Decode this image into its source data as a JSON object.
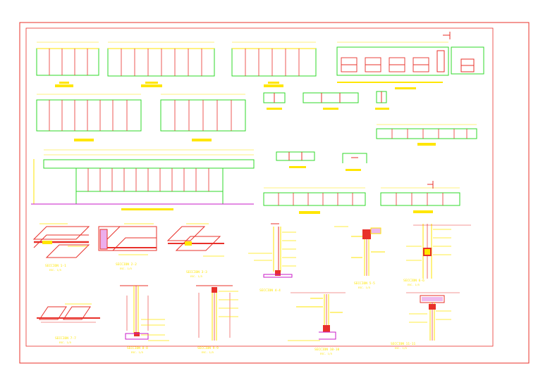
{
  "drawing": {
    "type": "CAD sheet – partition elevations and construction sections",
    "colors": {
      "background": "#ffffff",
      "border": "#e8302a",
      "frame": "#2fd82a",
      "dimension": "#ffe600",
      "wall": "#e8302a",
      "hatch": "#c818c8",
      "text": "#ffe600"
    },
    "section_labels": [
      {
        "id": "1-1",
        "title": "SECCION 1-1",
        "scale": "ESC. 1/5"
      },
      {
        "id": "2-2",
        "title": "SECCION 2-2",
        "scale": "ESC. 1/5"
      },
      {
        "id": "3-3",
        "title": "SECCION 3-3",
        "scale": "ESC. 1/5"
      },
      {
        "id": "4-4",
        "title": "SECCION 4-4",
        "scale": ""
      },
      {
        "id": "5-5",
        "title": "SECCION 5-5",
        "scale": "ESC. 1/5"
      },
      {
        "id": "6-6",
        "title": "SECCION 6-6",
        "scale": "ESC. 1/5"
      },
      {
        "id": "7-7",
        "title": "SECCION 7-7",
        "scale": "ESC. 1/5"
      },
      {
        "id": "8-8",
        "title": "SECCION 8-8",
        "scale": "ESC. 1/5"
      },
      {
        "id": "9-9",
        "title": "SECCION 9-9",
        "scale": "ESC. 1/5"
      },
      {
        "id": "10-10",
        "title": "SECCION 10-10",
        "scale": "ESC. 1/5"
      },
      {
        "id": "11-11",
        "title": "SECCION 11-11",
        "scale": "ESC. 1/5"
      }
    ]
  }
}
